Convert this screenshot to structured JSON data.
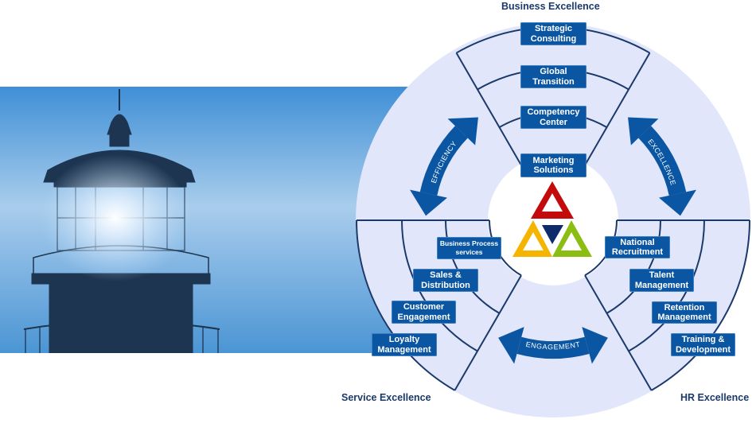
{
  "titles": {
    "business": "Business Excellence",
    "service": "Service Excellence",
    "hr": "HR Excellence"
  },
  "business_items": [
    {
      "l1": "Strategic",
      "l2": "Consulting"
    },
    {
      "l1": "Global",
      "l2": "Transition"
    },
    {
      "l1": "Competency",
      "l2": "Center"
    },
    {
      "l1": "Marketing",
      "l2": "Solutions"
    }
  ],
  "service_items": [
    {
      "l1": "Business Process",
      "l2": "services"
    },
    {
      "l1": "Sales &",
      "l2": "Distribution"
    },
    {
      "l1": "Customer",
      "l2": "Engagement"
    },
    {
      "l1": "Loyalty",
      "l2": "Management"
    }
  ],
  "hr_items": [
    {
      "l1": "National",
      "l2": "Recruitment"
    },
    {
      "l1": "Talent",
      "l2": "Management"
    },
    {
      "l1": "Retention",
      "l2": "Management"
    },
    {
      "l1": "Training &",
      "l2": "Development"
    }
  ],
  "arrows": {
    "efficiency": "EFFICIENCY",
    "excellence": "EXCELLENCE",
    "engagement": "ENGAGEMENT"
  },
  "colors": {
    "box": "#0b56a2",
    "ring": "#e1e6fb",
    "line": "#1b3a6b",
    "arrow": "#0b56a2",
    "logo_red": "#c40b0b",
    "logo_yellow": "#f4b400",
    "logo_green": "#8cbd12",
    "logo_navy": "#0d2a6b"
  }
}
